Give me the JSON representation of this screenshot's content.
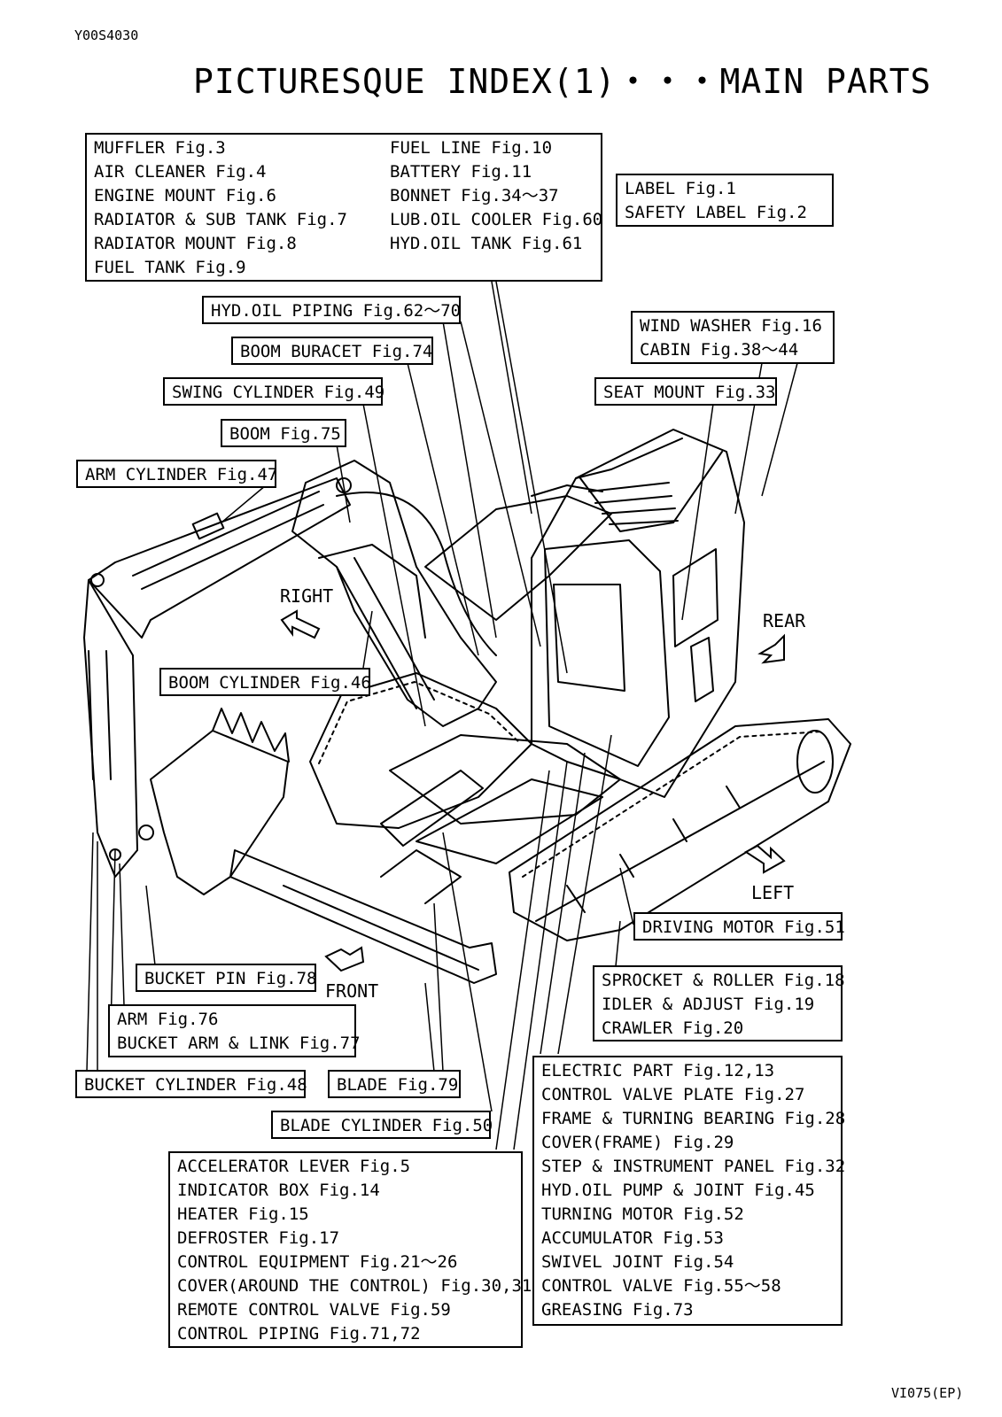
{
  "header": {
    "doc_id": "Y00S4030",
    "title": "PICTURESQUE INDEX(1)・・・MAIN PARTS",
    "model_code": "VI075(EP)"
  },
  "directions": {
    "right": "RIGHT",
    "rear": "REAR",
    "left": "LEFT",
    "front": "FRONT"
  },
  "callouts": {
    "engine_group": {
      "col1": [
        "MUFFLER Fig.3",
        "AIR CLEANER Fig.4",
        "ENGINE MOUNT Fig.6",
        "RADIATOR & SUB TANK Fig.7",
        "RADIATOR MOUNT Fig.8",
        "FUEL TANK Fig.9"
      ],
      "col2": [
        "FUEL LINE Fig.10",
        "BATTERY Fig.11",
        "BONNET Fig.34～37",
        "LUB.OIL COOLER Fig.60",
        "HYD.OIL TANK Fig.61"
      ]
    },
    "label_group": [
      "LABEL Fig.1",
      "SAFETY LABEL Fig.2"
    ],
    "hyd_oil_piping": "HYD.OIL PIPING Fig.62～70",
    "boom_buracet": "BOOM BURACET Fig.74",
    "swing_cylinder": "SWING CYLINDER Fig.49",
    "boom": "BOOM Fig.75",
    "arm_cylinder": "ARM CYLINDER Fig.47",
    "cabin_group": [
      "WIND WASHER Fig.16",
      "CABIN Fig.38～44"
    ],
    "seat_mount": "SEAT MOUNT Fig.33",
    "boom_cylinder": "BOOM CYLINDER Fig.46",
    "driving_motor": "DRIVING MOTOR Fig.51",
    "undercarriage_group": [
      "SPROCKET & ROLLER Fig.18",
      "IDLER & ADJUST Fig.19",
      "CRAWLER Fig.20"
    ],
    "bucket_pin": "BUCKET PIN Fig.78",
    "arm_group": [
      "ARM Fig.76",
      "BUCKET ARM & LINK Fig.77"
    ],
    "bucket_cylinder": "BUCKET CYLINDER Fig.48",
    "blade": "BLADE Fig.79",
    "blade_cylinder": "BLADE CYLINDER Fig.50",
    "control_group": [
      "ACCELERATOR LEVER Fig.5",
      "INDICATOR BOX Fig.14",
      "HEATER Fig.15",
      "DEFROSTER Fig.17",
      "CONTROL EQUIPMENT Fig.21～26",
      "COVER(AROUND THE CONTROL) Fig.30,31",
      "REMOTE CONTROL VALVE Fig.59",
      "CONTROL PIPING Fig.71,72"
    ],
    "frame_group": [
      "ELECTRIC PART Fig.12,13",
      "CONTROL VALVE PLATE Fig.27",
      "FRAME & TURNING BEARING Fig.28",
      "COVER(FRAME) Fig.29",
      "STEP & INSTRUMENT PANEL Fig.32",
      "HYD.OIL PUMP & JOINT Fig.45",
      "TURNING MOTOR Fig.52",
      "ACCUMULATOR Fig.53",
      "SWIVEL JOINT Fig.54",
      "CONTROL VALVE Fig.55～58",
      "GREASING Fig.73"
    ]
  }
}
